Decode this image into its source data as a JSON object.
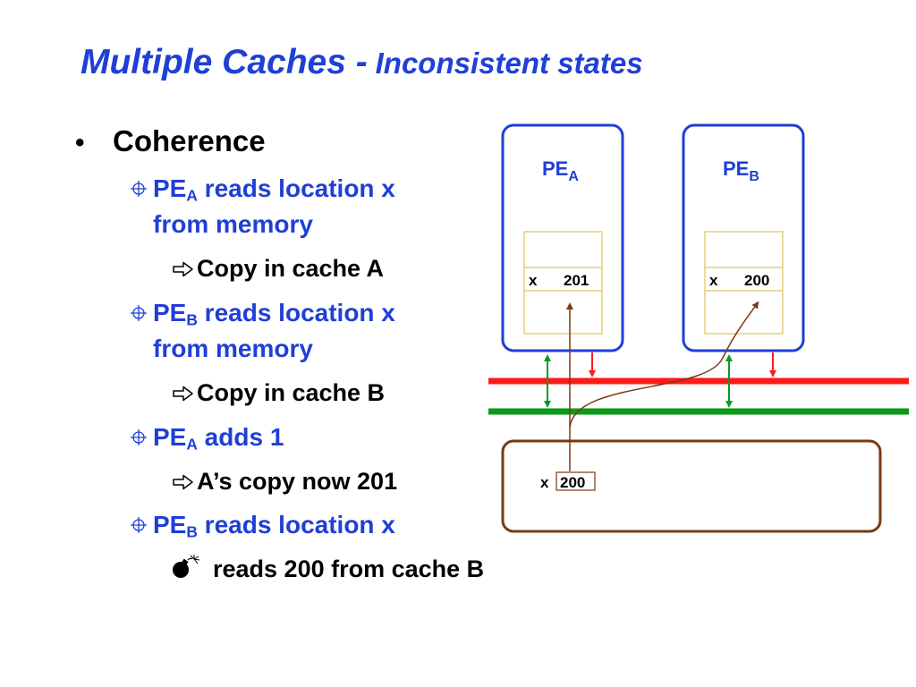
{
  "title": {
    "main": "Multiple Caches -",
    "sub": "Inconsistent states"
  },
  "bullets": {
    "coherence": "Coherence",
    "a_reads_pe": "PE",
    "a_reads_sub": "A",
    "a_reads_rest": " reads location x",
    "a_reads_cont": "from memory",
    "copy_a": "Copy in cache A",
    "b_reads_pe": "PE",
    "b_reads_sub": "B",
    "b_reads_rest": " reads location x",
    "b_reads_cont": "from memory",
    "copy_b": "Copy in cache B",
    "a_adds_pe": "PE",
    "a_adds_sub": "A",
    "a_adds_rest": " adds 1",
    "a_copy_now": "A’s copy now 201",
    "b_reads2_pe": "PE",
    "b_reads2_sub": "B",
    "b_reads2_rest": " reads location x",
    "reads_200": "reads 200 from cache B"
  },
  "diagram": {
    "pe_a_label": "PE",
    "pe_a_sub": "A",
    "pe_b_label": "PE",
    "pe_b_sub": "B",
    "cache_a_var": "x",
    "cache_a_val": "201",
    "cache_b_var": "x",
    "cache_b_val": "200",
    "mem_var": "x",
    "mem_val": "200"
  },
  "colors": {
    "title": "#1f3fd6",
    "box": "#1f3fd6",
    "cache": "#e6cf7a",
    "bus_red": "#ff1a1a",
    "bus_green": "#0a9a1a",
    "memory": "#7a3a12",
    "arrow": "#7a3a12"
  },
  "icons": [
    "bullet-dot-icon",
    "crosshair-bullet-icon",
    "arrow-outline-icon",
    "bomb-icon"
  ]
}
